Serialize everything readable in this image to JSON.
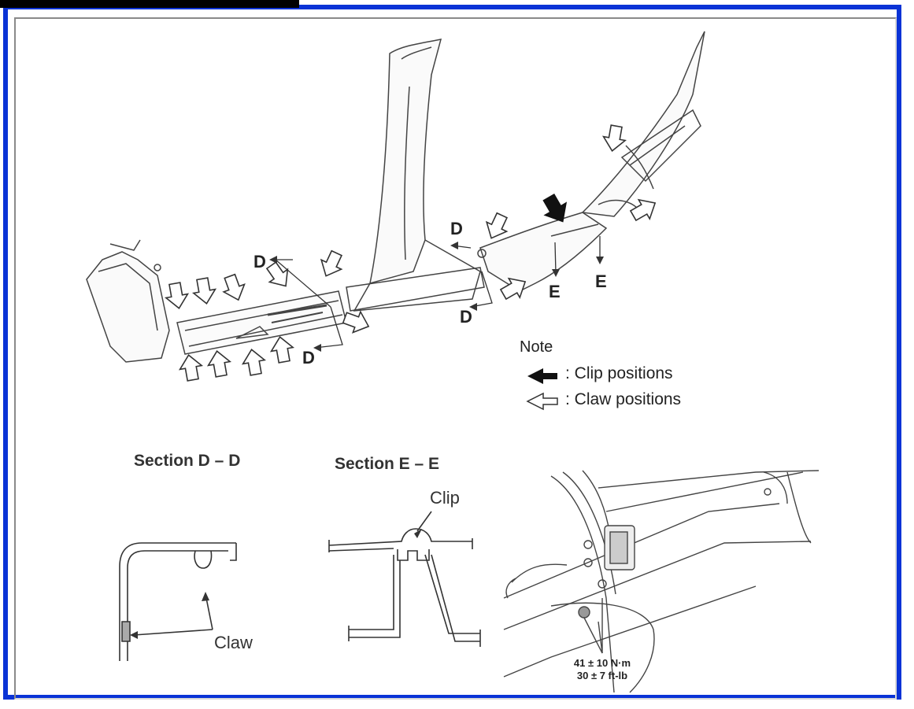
{
  "figure": {
    "callouts": {
      "d": "D",
      "e": "E"
    },
    "note": {
      "title": "Note",
      "items": [
        {
          "label": ": Clip positions",
          "icon": "solid-arrow-icon"
        },
        {
          "label": ": Claw positions",
          "icon": "hollow-arrow-icon"
        }
      ]
    },
    "sections": {
      "d_title": "Section D – D",
      "d_part": "Claw",
      "e_title": "Section E – E",
      "e_part": "Clip"
    },
    "torque": {
      "metric": "41 ± 10 N·m",
      "imperial": "30 ± 7 ft-lb"
    },
    "colors": {
      "frame": "#0a33d6",
      "ink": "#222222"
    }
  }
}
